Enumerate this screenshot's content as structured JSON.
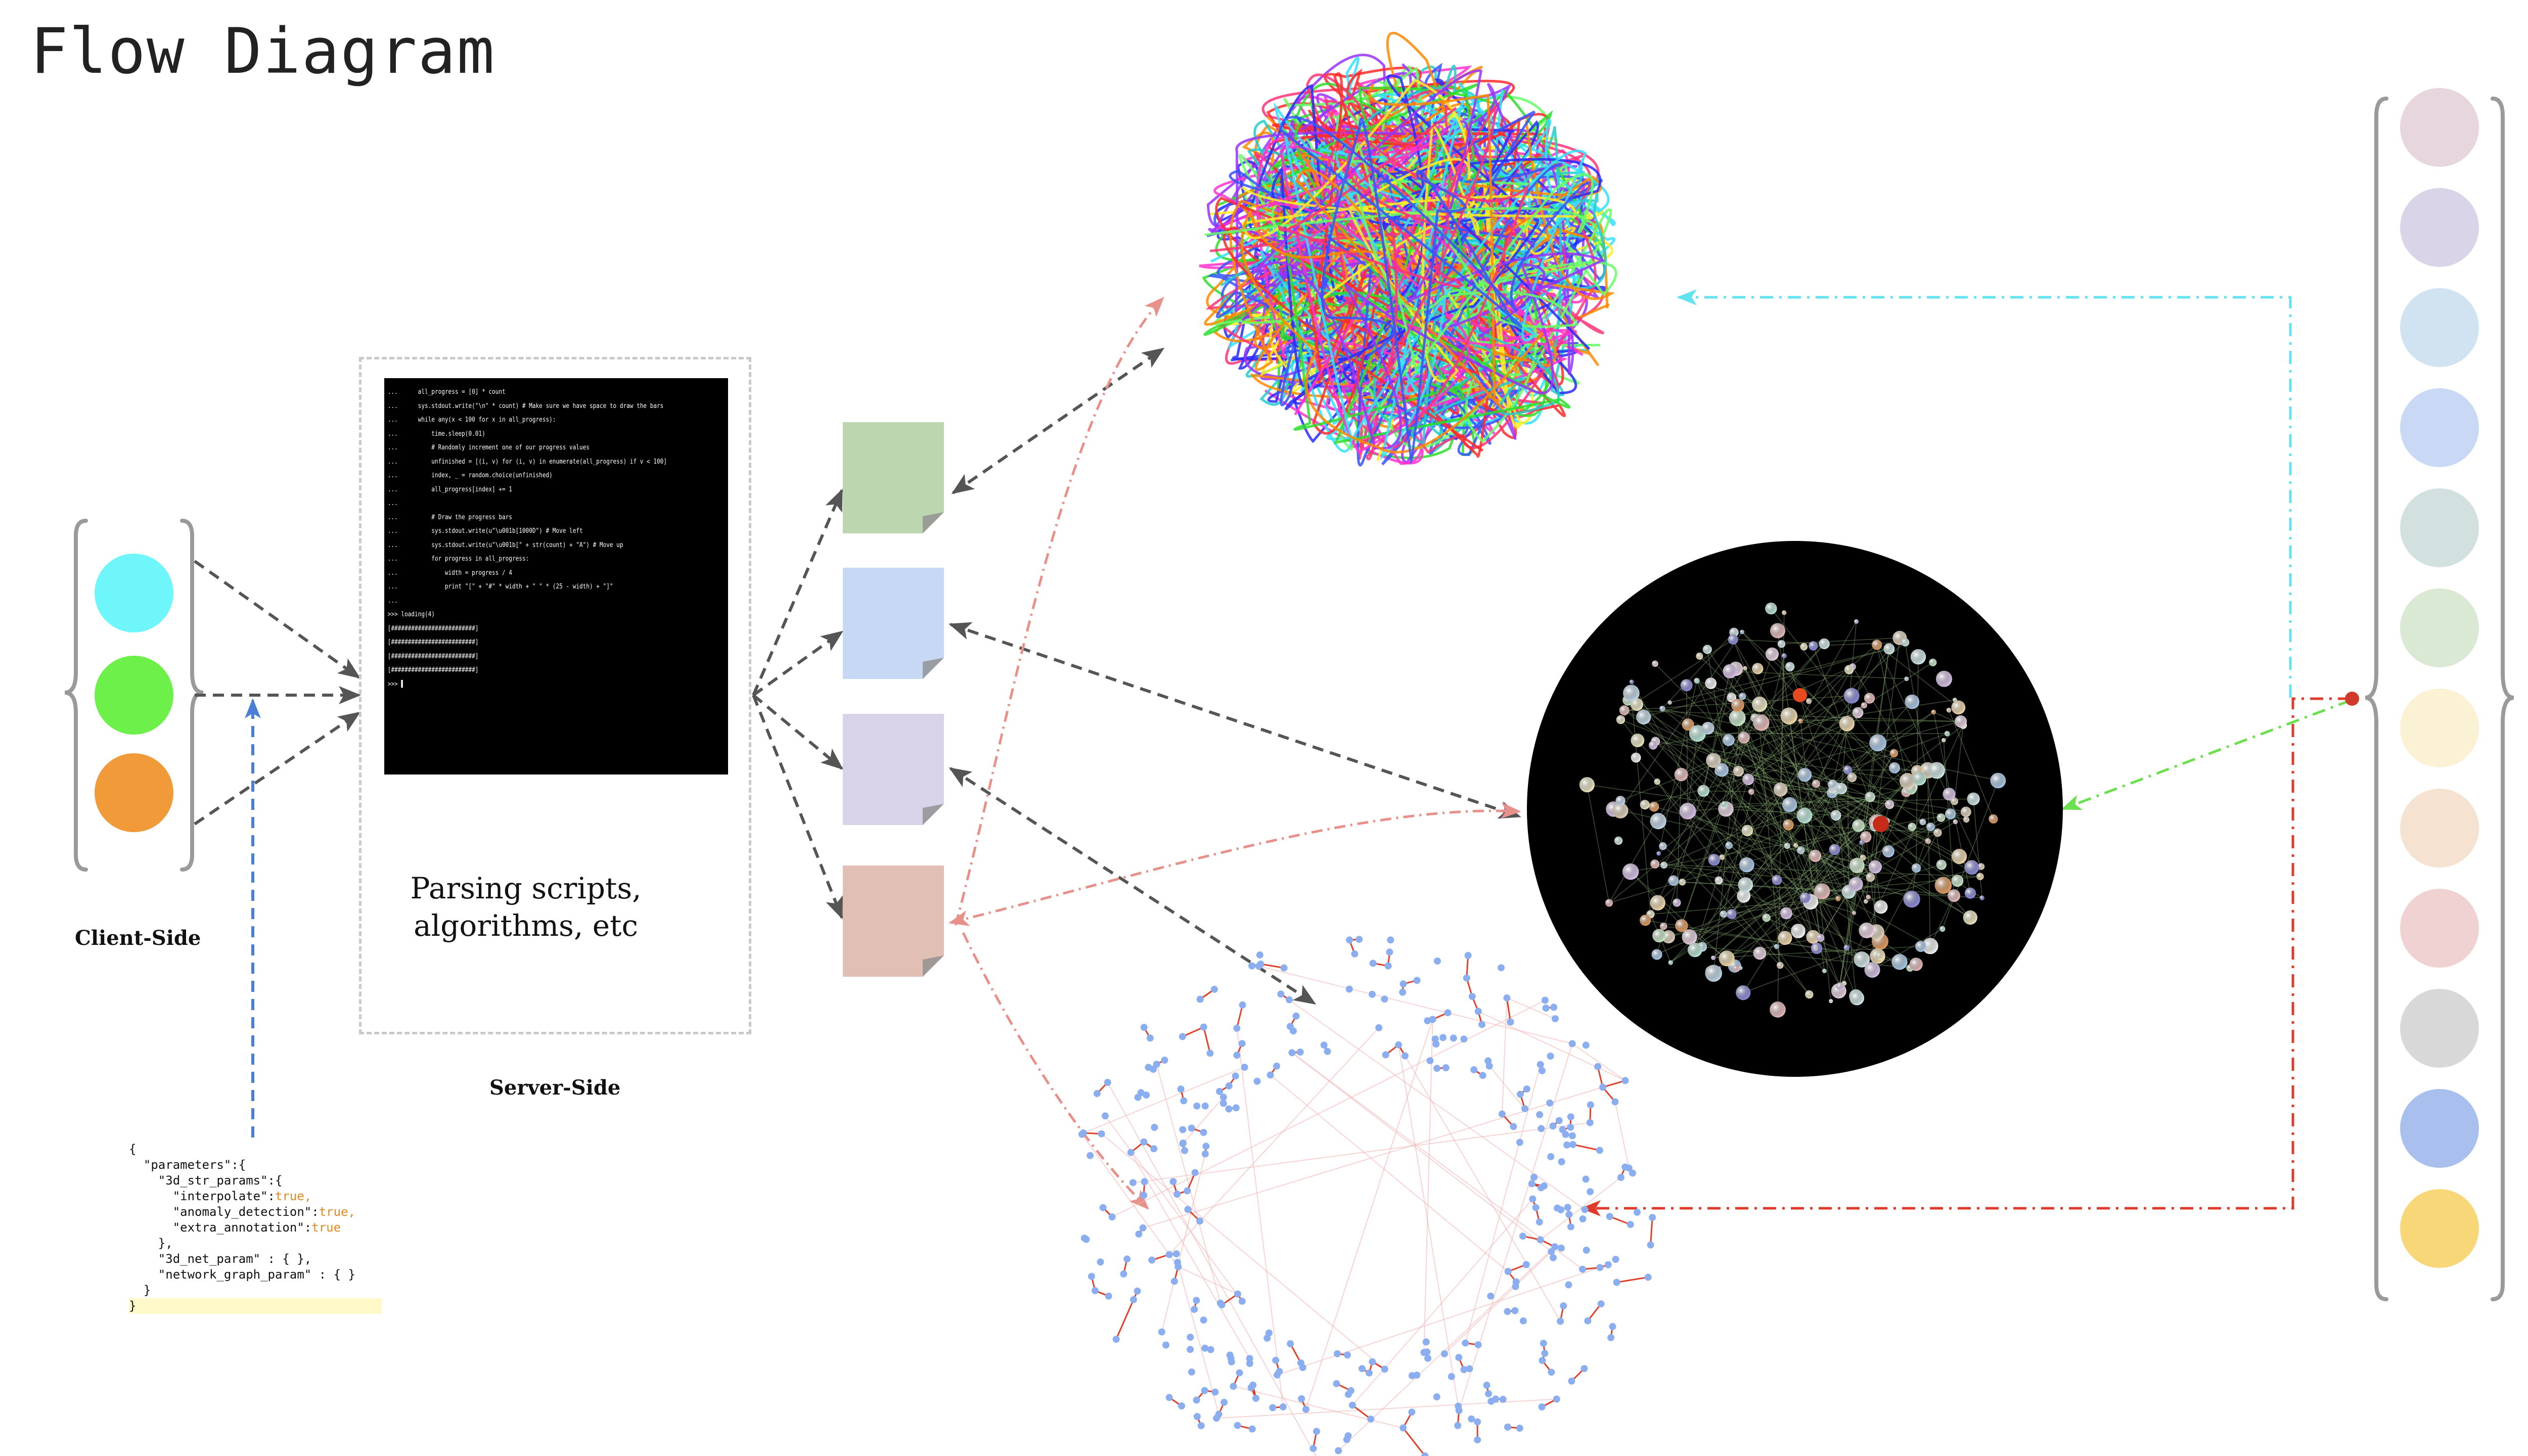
{
  "title": "Flow Diagram",
  "labels": {
    "client_side": "Client-Side",
    "server_side": "Server-Side",
    "parsing_line1": "Parsing scripts,",
    "parsing_line2": "algorithms, etc"
  },
  "client_circles": [
    {
      "color": "#6ff6fb"
    },
    {
      "color": "#6df04a"
    },
    {
      "color": "#f19a3a"
    }
  ],
  "documents": [
    {
      "color": "#bcd6b0"
    },
    {
      "color": "#c7d8f5"
    },
    {
      "color": "#d8d3e8"
    },
    {
      "color": "#e2bfb4"
    }
  ],
  "palette": [
    {
      "color": "#e7d6dd"
    },
    {
      "color": "#dad4e9"
    },
    {
      "color": "#d1e2f0"
    },
    {
      "color": "#c9d8f4"
    },
    {
      "color": "#d3e0e0"
    },
    {
      "color": "#d9e9d4"
    },
    {
      "color": "#fbf1d5"
    },
    {
      "color": "#f6e2d0"
    },
    {
      "color": "#f1d2d2"
    },
    {
      "color": "#d8d8d8"
    },
    {
      "color": "#a9c0ee"
    },
    {
      "color": "#f8d778"
    }
  ],
  "terminal_lines": [
    "...      all_progress = [0] * count",
    "...      sys.stdout.write(\"\\n\" * count) # Make sure we have space to draw the bars",
    "...      while any(x < 100 for x in all_progress):",
    "...          time.sleep(0.01)",
    "...          # Randomly increment one of our progress values",
    "...          unfinished = [(i, v) for (i, v) in enumerate(all_progress) if v < 100]",
    "...          index, _ = random.choice(unfinished)",
    "...          all_progress[index] += 1",
    "...",
    "...          # Draw the progress bars",
    "...          sys.stdout.write(u\"\\u001b[1000D\") # Move left",
    "...          sys.stdout.write(u\"\\u001b[\" + str(count) + \"A\") # Move up",
    "...          for progress in all_progress:",
    "...              width = progress / 4",
    "...              print \"[\" + \"#\" * width + \" \" * (25 - width) + \"]\"",
    "...",
    ">>> loading(4)",
    "[#########################]",
    "[#########################]",
    "[#########################]",
    "[#########################]",
    ">>> ▌"
  ],
  "json_lines": [
    "{",
    "  \"parameters\":{",
    "    \"3d_str_params\":{",
    "      \"interpolate\":|true,",
    "      \"anomaly_detection\":|true,",
    "      \"extra_annotation\":|true",
    "    },",
    "    \"3d_net_param\" : { },",
    "    \"network_graph_param\" : { }",
    "  }",
    "}"
  ],
  "arrow_colors": {
    "dark": "#555555",
    "blue": "#4a7fd8",
    "pink": "#e8918a",
    "cyan": "#63e3ef",
    "green": "#6be04e",
    "red": "#e03a2a"
  }
}
